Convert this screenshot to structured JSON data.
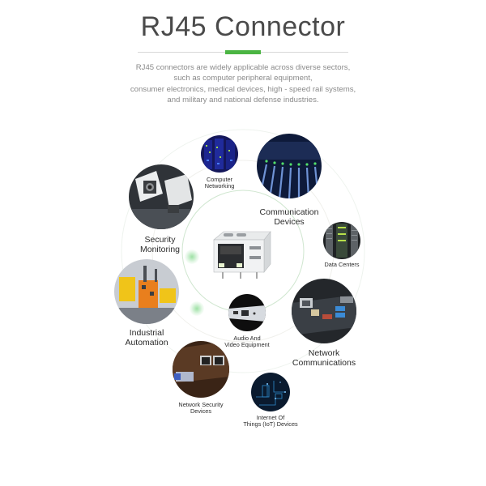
{
  "header": {
    "title": "RJ45 Connector",
    "accent_color": "#4bb543",
    "description_lines": [
      "RJ45 connectors are widely applicable across diverse sectors,",
      "such as computer peripheral equipment,",
      "consumer electronics, medical devices, high - speed rail systems,",
      "and military and national defense industries."
    ]
  },
  "center": {
    "product": "rj45-connector-jack-image"
  },
  "applications": [
    {
      "label_lines": [
        "Computer",
        "Networking"
      ],
      "image": "server-rack-blue-lights"
    },
    {
      "label_lines": [
        "Communication",
        "Devices"
      ],
      "image": "network-switch-cables"
    },
    {
      "label_lines": [
        "Security",
        "Monitoring"
      ],
      "image": "security-cameras"
    },
    {
      "label_lines": [
        "Data Centers"
      ],
      "image": "data-center-server-aisle"
    },
    {
      "label_lines": [
        "Industrial",
        "Automation"
      ],
      "image": "factory-robot-arms"
    },
    {
      "label_lines": [
        "Audio And",
        "Video Equipment"
      ],
      "image": "av-device-ports"
    },
    {
      "label_lines": [
        "Network",
        "Communications"
      ],
      "image": "motherboard-ports"
    },
    {
      "label_lines": [
        "Network Security",
        "Devices"
      ],
      "image": "ethernet-ports-plug"
    },
    {
      "label_lines": [
        "Internet Of",
        "Things (IoT) Devices"
      ],
      "image": "iot-circuit-graphic"
    }
  ]
}
